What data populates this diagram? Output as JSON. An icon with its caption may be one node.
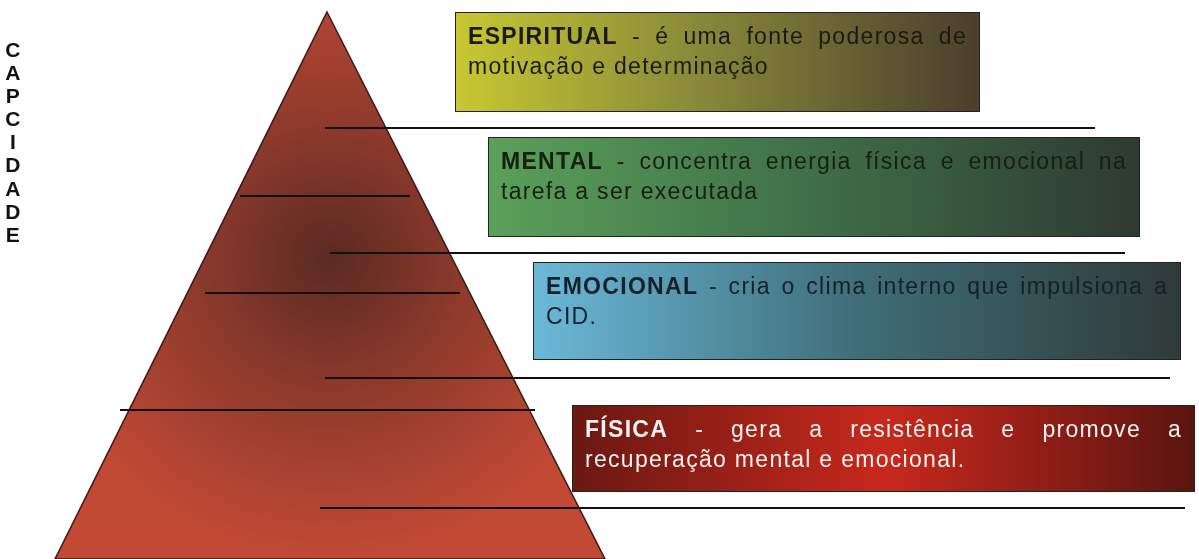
{
  "diagram": {
    "nodes": [
      {
        "text": [
          "**ESPIRITUAL** - é uma fonte poderosa de motivação e determinação"
        ]
      },
      {
        "text": [
          "**MENTAL** - concentra energia física e emocional na tarefa a ser executada"
        ]
      },
      {
        "text": [
          "**EMOCIONAL** - cria o clima interno que impulsiona a CID."
        ]
      },
      {
        "text": [
          "**FÍSICA** - gera a resistência e promove a recuperação mental e emocional."
        ]
      }
    ],
    "labels": [
      "CAPCIDADE"
    ]
  }
}
